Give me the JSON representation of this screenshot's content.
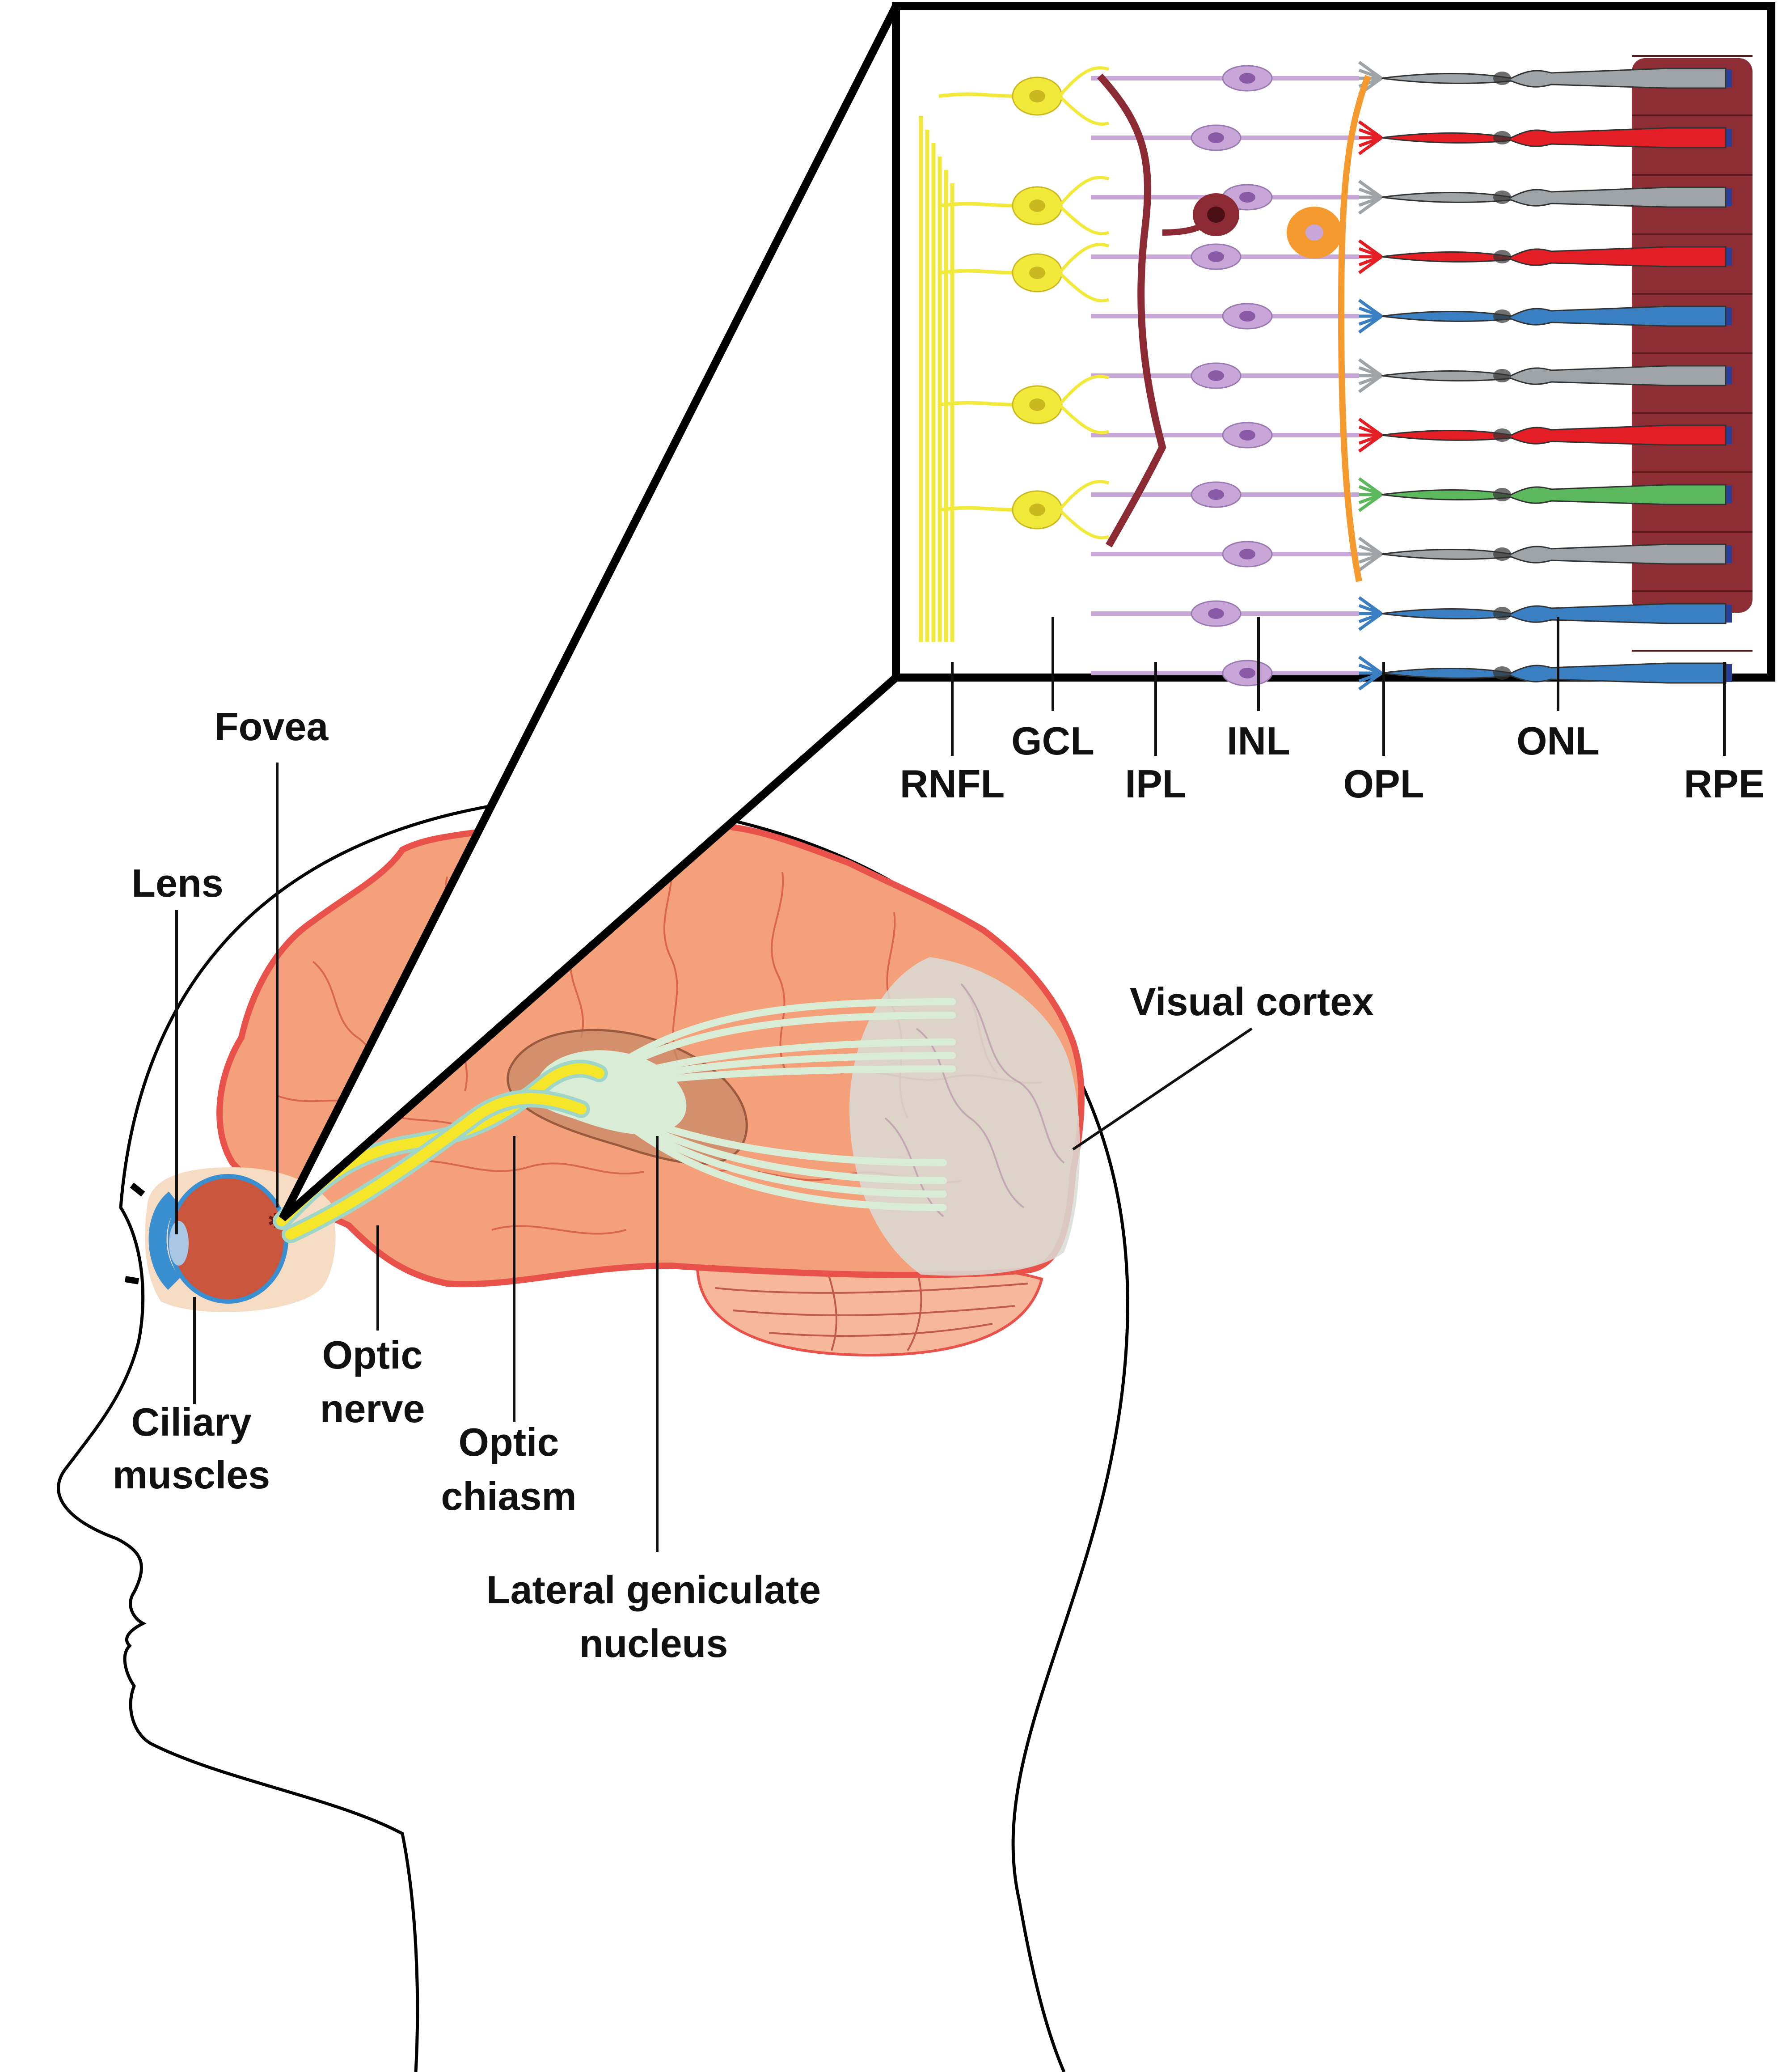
{
  "colors": {
    "brain_fill": "#f4a07a",
    "brain_outline": "#e8524a",
    "cerebellum_fill": "#f7b79a",
    "visual_cortex_overlay": "#d9dcd6",
    "optic_tract": "#f5e62a",
    "radiation": "#d9ecd6",
    "lgn": "#c98b6a",
    "ganglion": "#f2ea3a",
    "bipolar": "#c9a6d8",
    "amacrine": "#8b2a33",
    "horizontal": "#f59a2e",
    "rod": "#9da3a6",
    "cone_red": "#e31e24",
    "cone_green": "#5cb85c",
    "cone_blue": "#3a7fc1",
    "rpe": "#8c2e34",
    "eye_sclera": "#c8553c",
    "eye_cornea": "#3a8fd0"
  },
  "labels": {
    "fovea": "Fovea",
    "lens": "Lens",
    "ciliary_muscles_line1": "Ciliary",
    "ciliary_muscles_line2": "muscles",
    "optic_nerve_line1": "Optic",
    "optic_nerve_line2": "nerve",
    "optic_chiasm_line1": "Optic",
    "optic_chiasm_line2": "chiasm",
    "lgn_line1": "Lateral geniculate",
    "lgn_line2": "nucleus",
    "visual_cortex": "Visual cortex"
  },
  "retina_layers": [
    "RNFL",
    "GCL",
    "IPL",
    "INL",
    "OPL",
    "ONL",
    "RPE"
  ],
  "photoreceptors": [
    "rod",
    "red",
    "rod",
    "red",
    "blue",
    "rod",
    "red",
    "green",
    "rod",
    "blue",
    "blue"
  ]
}
